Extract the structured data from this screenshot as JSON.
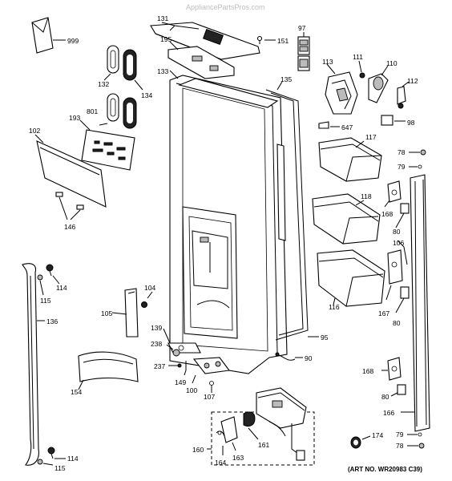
{
  "watermark": "AppliancePartsPros.com",
  "art_number": "(ART NO. WR20983 C39)",
  "callouts": [
    "999",
    "131",
    "151",
    "97",
    "195",
    "132",
    "134",
    "133",
    "135",
    "113",
    "111",
    "110",
    "112",
    "801",
    "193",
    "98",
    "647",
    "102",
    "117",
    "78",
    "79",
    "146",
    "118",
    "168",
    "80",
    "106",
    "114",
    "115",
    "104",
    "105",
    "116",
    "167",
    "80",
    "136",
    "139",
    "95",
    "238",
    "90",
    "237",
    "149",
    "100",
    "107",
    "168",
    "154",
    "80",
    "166",
    "160",
    "164",
    "163",
    "161",
    "174",
    "79",
    "78",
    "114",
    "115"
  ],
  "colors": {
    "line": "#000000",
    "background": "#ffffff",
    "watermark": "#bdbdbd"
  }
}
